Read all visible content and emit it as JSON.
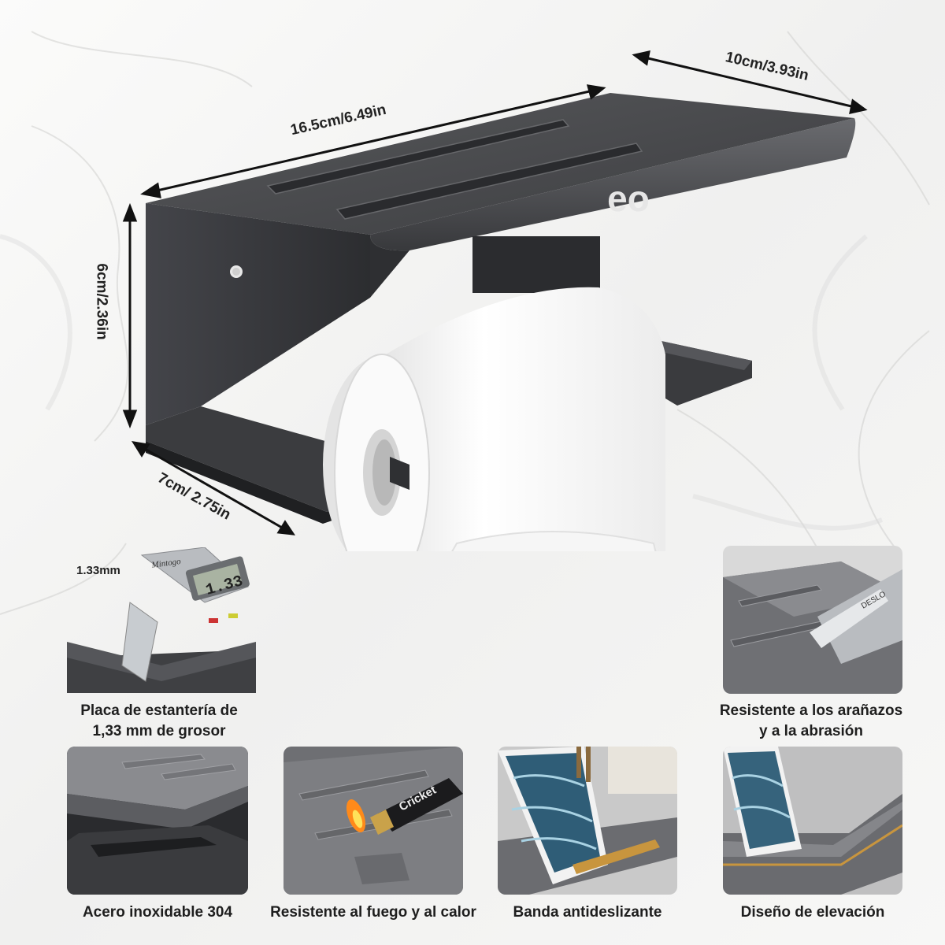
{
  "dimensions": {
    "width_label": "16.5cm/6.49in",
    "depth_label": "10cm/3.93in",
    "height_label": "6cm/2.36in",
    "bottom_label": "7cm/ 2.75in"
  },
  "product": {
    "logo_text": "eo"
  },
  "features": [
    {
      "caption_line1": "Placa de estantería de",
      "caption_line2": "1,33 mm de grosor",
      "measure": "1.33mm",
      "caliper_brand": "Mintogo",
      "caliper_reading": "1.33"
    },
    {
      "caption_line1": "Resistente a los arañazos",
      "caption_line2": "y a la abrasión",
      "knife_text": "DESLO"
    },
    {
      "caption": "Acero inoxidable 304"
    },
    {
      "caption": "Resistente al fuego y al calor",
      "lighter_text": "Cricket"
    },
    {
      "caption": "Banda antideslizante"
    },
    {
      "caption": "Diseño de elevación"
    }
  ],
  "colors": {
    "shelf": "#4a4b4e",
    "shelf_dark": "#2f3033",
    "accent_gold": "#c8953e",
    "background": "#f4f4f3"
  }
}
